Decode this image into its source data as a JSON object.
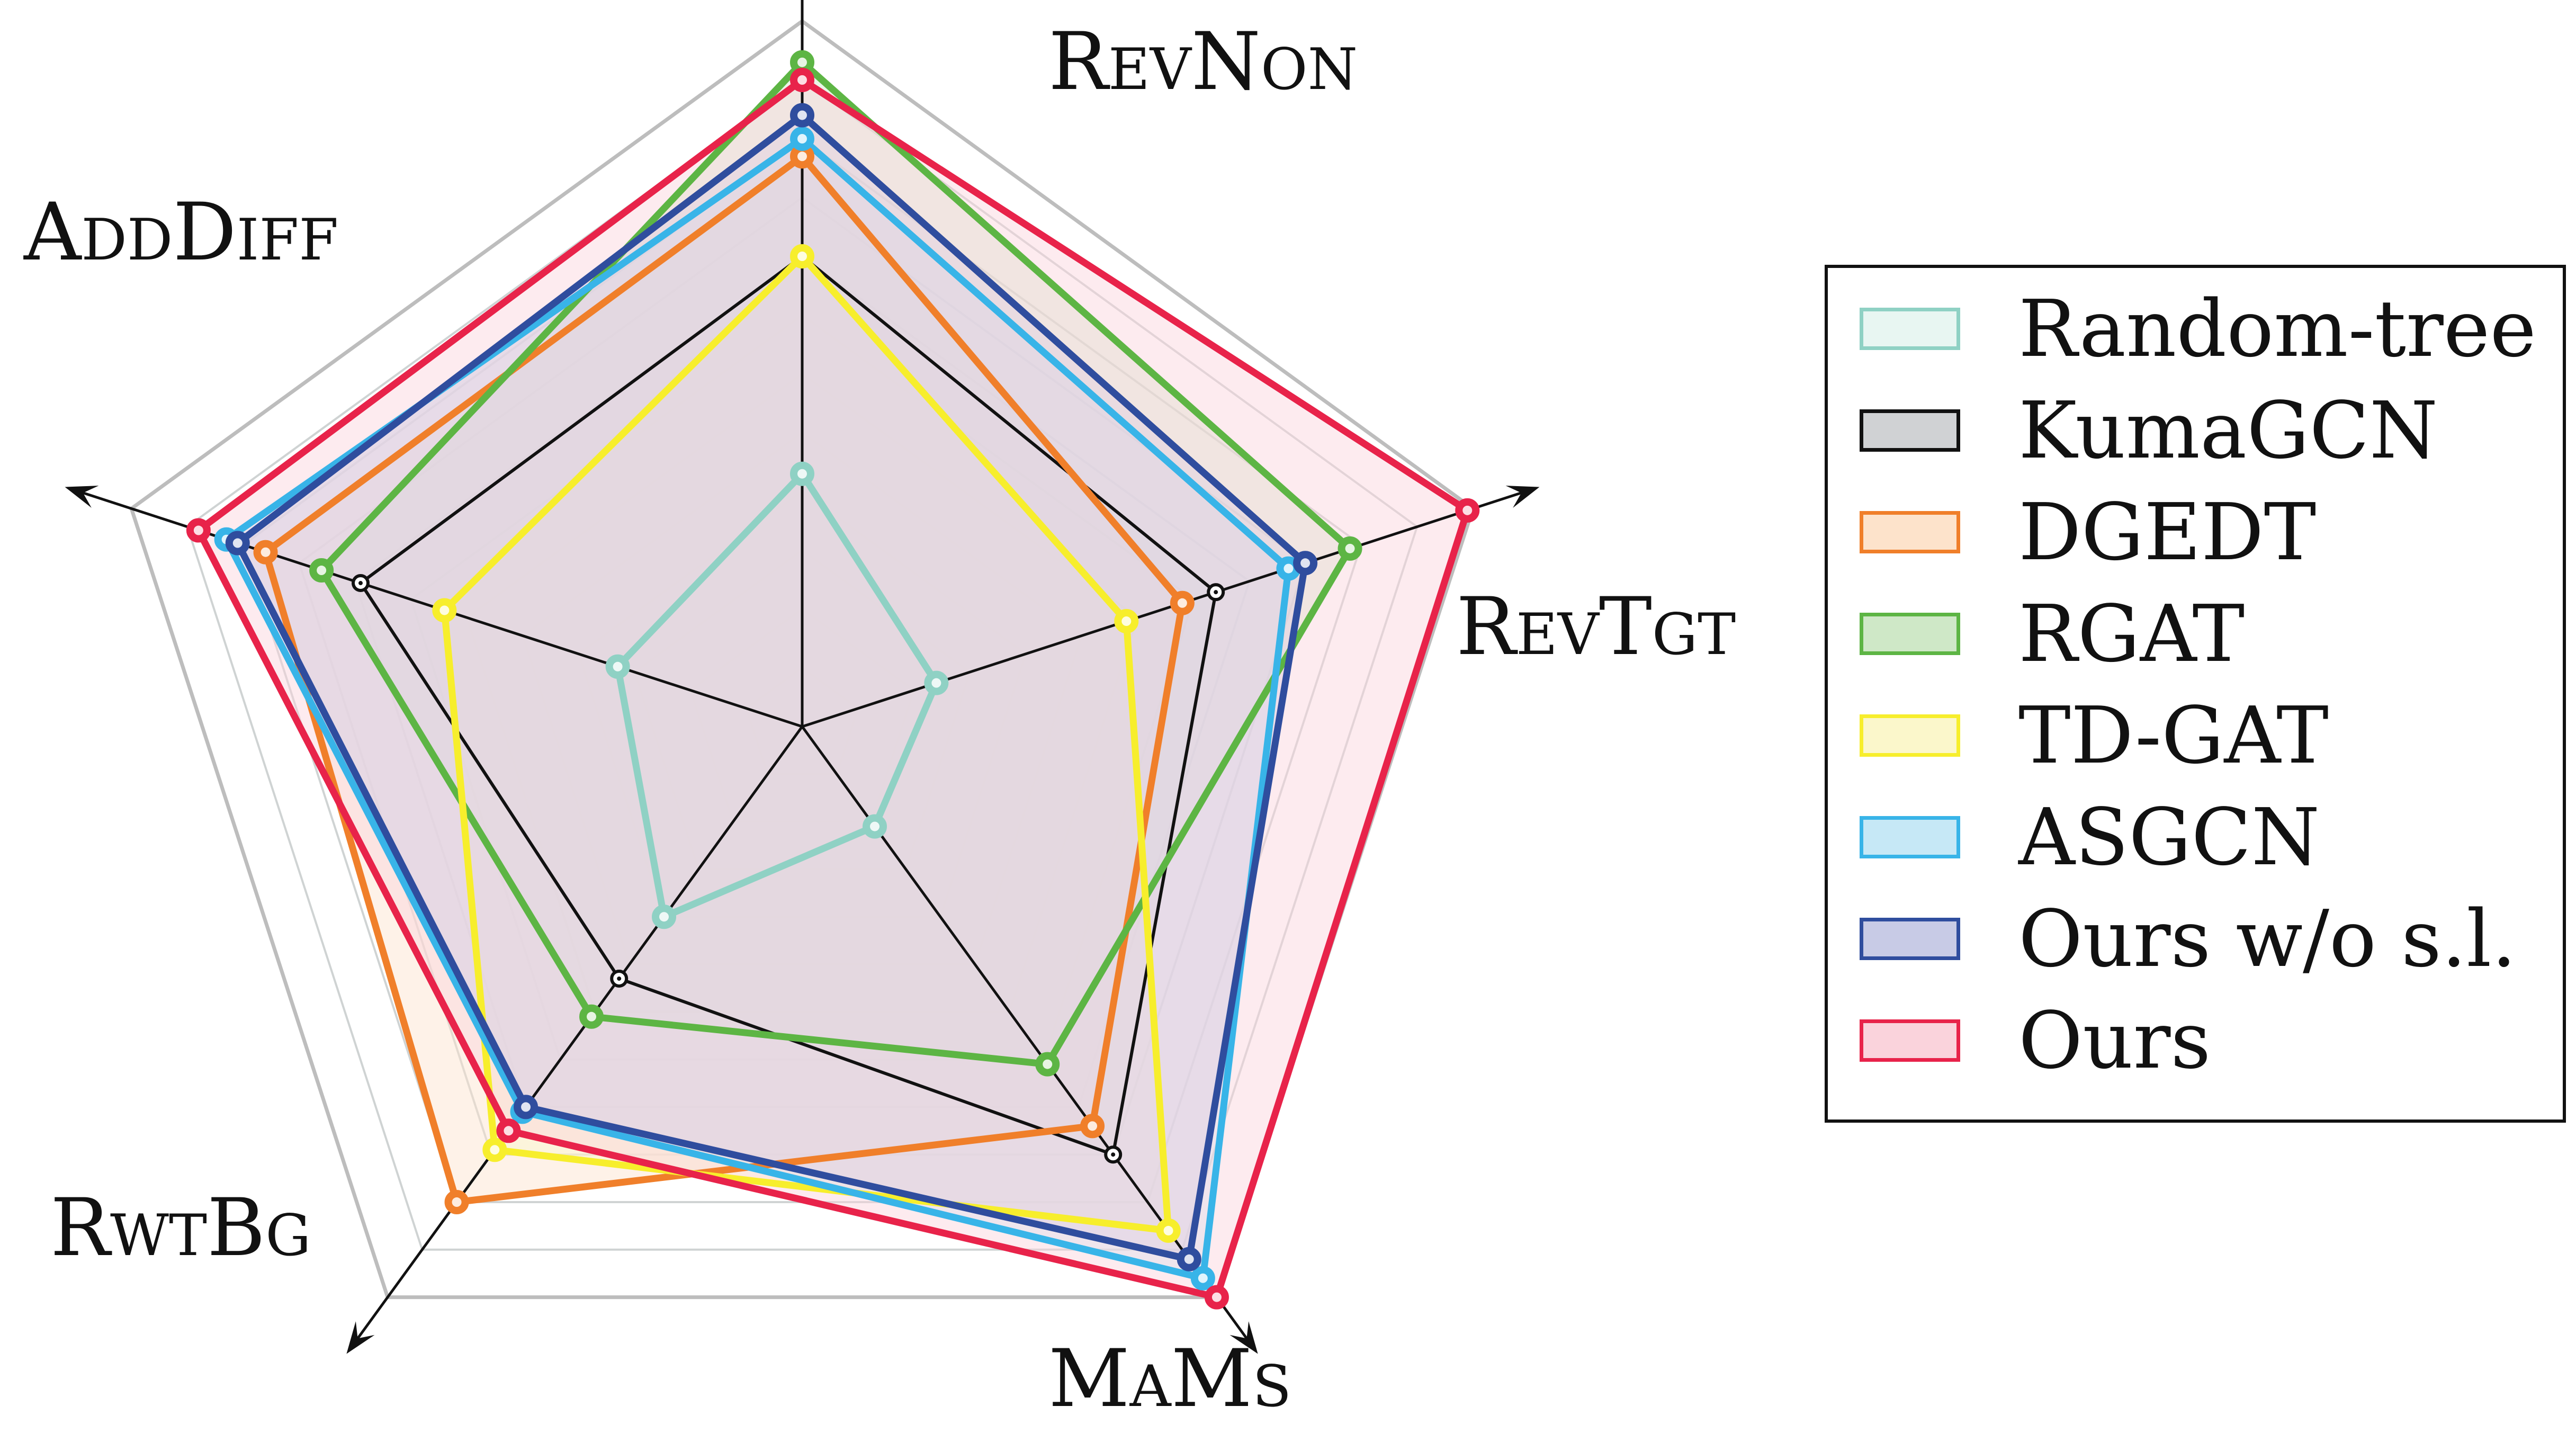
{
  "chart_data": {
    "type": "radar",
    "axes": [
      "RevNon",
      "RevTgt",
      "MaMs",
      "RwtBg",
      "AddDiff"
    ],
    "axis_display": [
      {
        "lead": "R",
        "rest": "ev",
        "lead2": "N",
        "rest2": "on"
      },
      {
        "lead": "R",
        "rest": "ev",
        "lead2": "T",
        "rest2": "gt"
      },
      {
        "lead": "M",
        "rest": "a",
        "lead2": "M",
        "rest2": "s"
      },
      {
        "lead": "R",
        "rest": "wt",
        "lead2": "B",
        "rest2": "g"
      },
      {
        "lead": "A",
        "rest": "dd",
        "lead2": "D",
        "rest2": "iff"
      }
    ],
    "rlim": [
      0,
      1
    ],
    "grid": true,
    "legend_position": "right",
    "series": [
      {
        "name": "Random-tree",
        "color": "#8fd1c4",
        "fill": "#e8f6f2",
        "marker": "#8fd1c4",
        "values": [
          0.43,
          0.24,
          0.21,
          0.4,
          0.33
        ]
      },
      {
        "name": "KumaGCN",
        "color": "#111111",
        "fill": "#d0d2d4",
        "marker": "#111111",
        "values": [
          0.8,
          0.74,
          0.9,
          0.53,
          0.79
        ]
      },
      {
        "name": "DGEDT",
        "color": "#f07f2a",
        "fill": "#fde3cb",
        "marker": "#f07f2a",
        "values": [
          0.97,
          0.68,
          0.84,
          1.0,
          0.96
        ]
      },
      {
        "name": "RGAT",
        "color": "#5db544",
        "fill": "#cfe8c7",
        "marker": "#5db544",
        "values": [
          1.13,
          0.98,
          0.71,
          0.61,
          0.86
        ]
      },
      {
        "name": "TD-GAT",
        "color": "#f7ee2c",
        "fill": "#fbf7cb",
        "marker": "#f7ee2c",
        "values": [
          0.8,
          0.58,
          1.06,
          0.89,
          0.64
        ]
      },
      {
        "name": "ASGCN",
        "color": "#38b4e8",
        "fill": "#c6e8f6",
        "marker": "#38b4e8",
        "values": [
          1.0,
          0.87,
          1.16,
          0.81,
          1.03
        ]
      },
      {
        "name": "Ours w/o s.l.",
        "color": "#2f4d9e",
        "fill": "#c8cbe6",
        "marker": "#2f4d9e",
        "values": [
          1.04,
          0.9,
          1.12,
          0.8,
          1.01
        ]
      },
      {
        "name": "Ours",
        "color": "#e8234a",
        "fill": "#fad3dc",
        "marker": "#e8234a",
        "values": [
          1.1,
          1.19,
          1.2,
          0.85,
          1.08
        ]
      }
    ]
  },
  "legend": {
    "items": [
      {
        "label": "Random-tree",
        "stroke": "#8fd1c4",
        "fill": "#e8f6f2"
      },
      {
        "label": "KumaGCN",
        "stroke": "#111111",
        "fill": "#d0d2d4"
      },
      {
        "label": "DGEDT",
        "stroke": "#f07f2a",
        "fill": "#fde3cb"
      },
      {
        "label": "RGAT",
        "stroke": "#5db544",
        "fill": "#cfe8c7"
      },
      {
        "label": "TD-GAT",
        "stroke": "#f7ee2c",
        "fill": "#fbf7cb"
      },
      {
        "label": "ASGCN",
        "stroke": "#38b4e8",
        "fill": "#c6e8f6"
      },
      {
        "label": "Ours w/o s.l.",
        "stroke": "#2f4d9e",
        "fill": "#c8cbe6"
      },
      {
        "label": "Ours",
        "stroke": "#e8234a",
        "fill": "#fad3dc"
      }
    ]
  }
}
